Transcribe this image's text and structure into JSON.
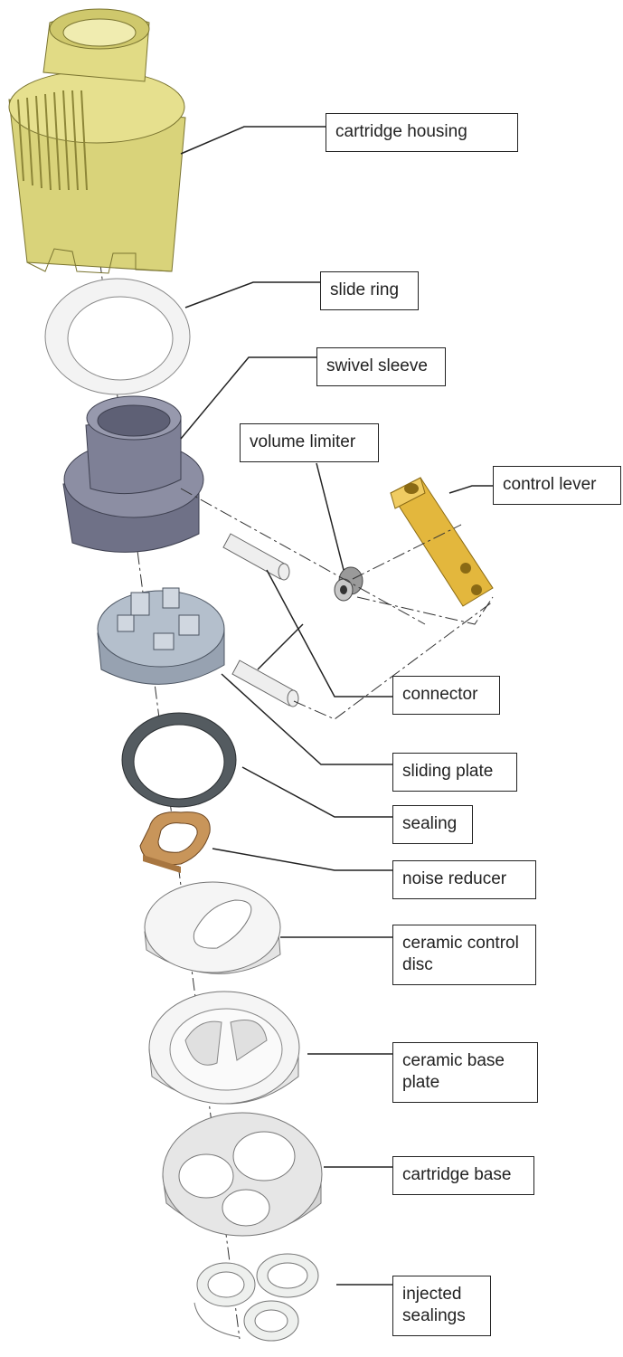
{
  "title": "Cartridge exploded view",
  "colors": {
    "housing": "#d9d37a",
    "sleeve": "#7e8096",
    "sliding_plate": "#a9b3c0",
    "sealing": "#545b60",
    "noise_reducer": "#c8955a",
    "lever": "#e3b73d",
    "ceramic": "#f2f2f2",
    "base": "#dcdcdc"
  },
  "labels": [
    {
      "id": "cartridge-housing",
      "text": "cartridge housing"
    },
    {
      "id": "slide-ring",
      "text": "slide ring"
    },
    {
      "id": "swivel-sleeve",
      "text": "swivel sleeve"
    },
    {
      "id": "volume-limiter",
      "text": "volume limiter"
    },
    {
      "id": "control-lever",
      "text": "control lever"
    },
    {
      "id": "connector",
      "text": "connector"
    },
    {
      "id": "sliding-plate",
      "text": "sliding plate"
    },
    {
      "id": "sealing",
      "text": "sealing"
    },
    {
      "id": "noise-reducer",
      "text": "noise reducer"
    },
    {
      "id": "ceramic-control-disc",
      "text": "ceramic control disc"
    },
    {
      "id": "ceramic-base-plate",
      "text": "ceramic base plate"
    },
    {
      "id": "cartridge-base",
      "text": "cartridge base"
    },
    {
      "id": "injected-sealings",
      "text": "injected sealings"
    }
  ]
}
